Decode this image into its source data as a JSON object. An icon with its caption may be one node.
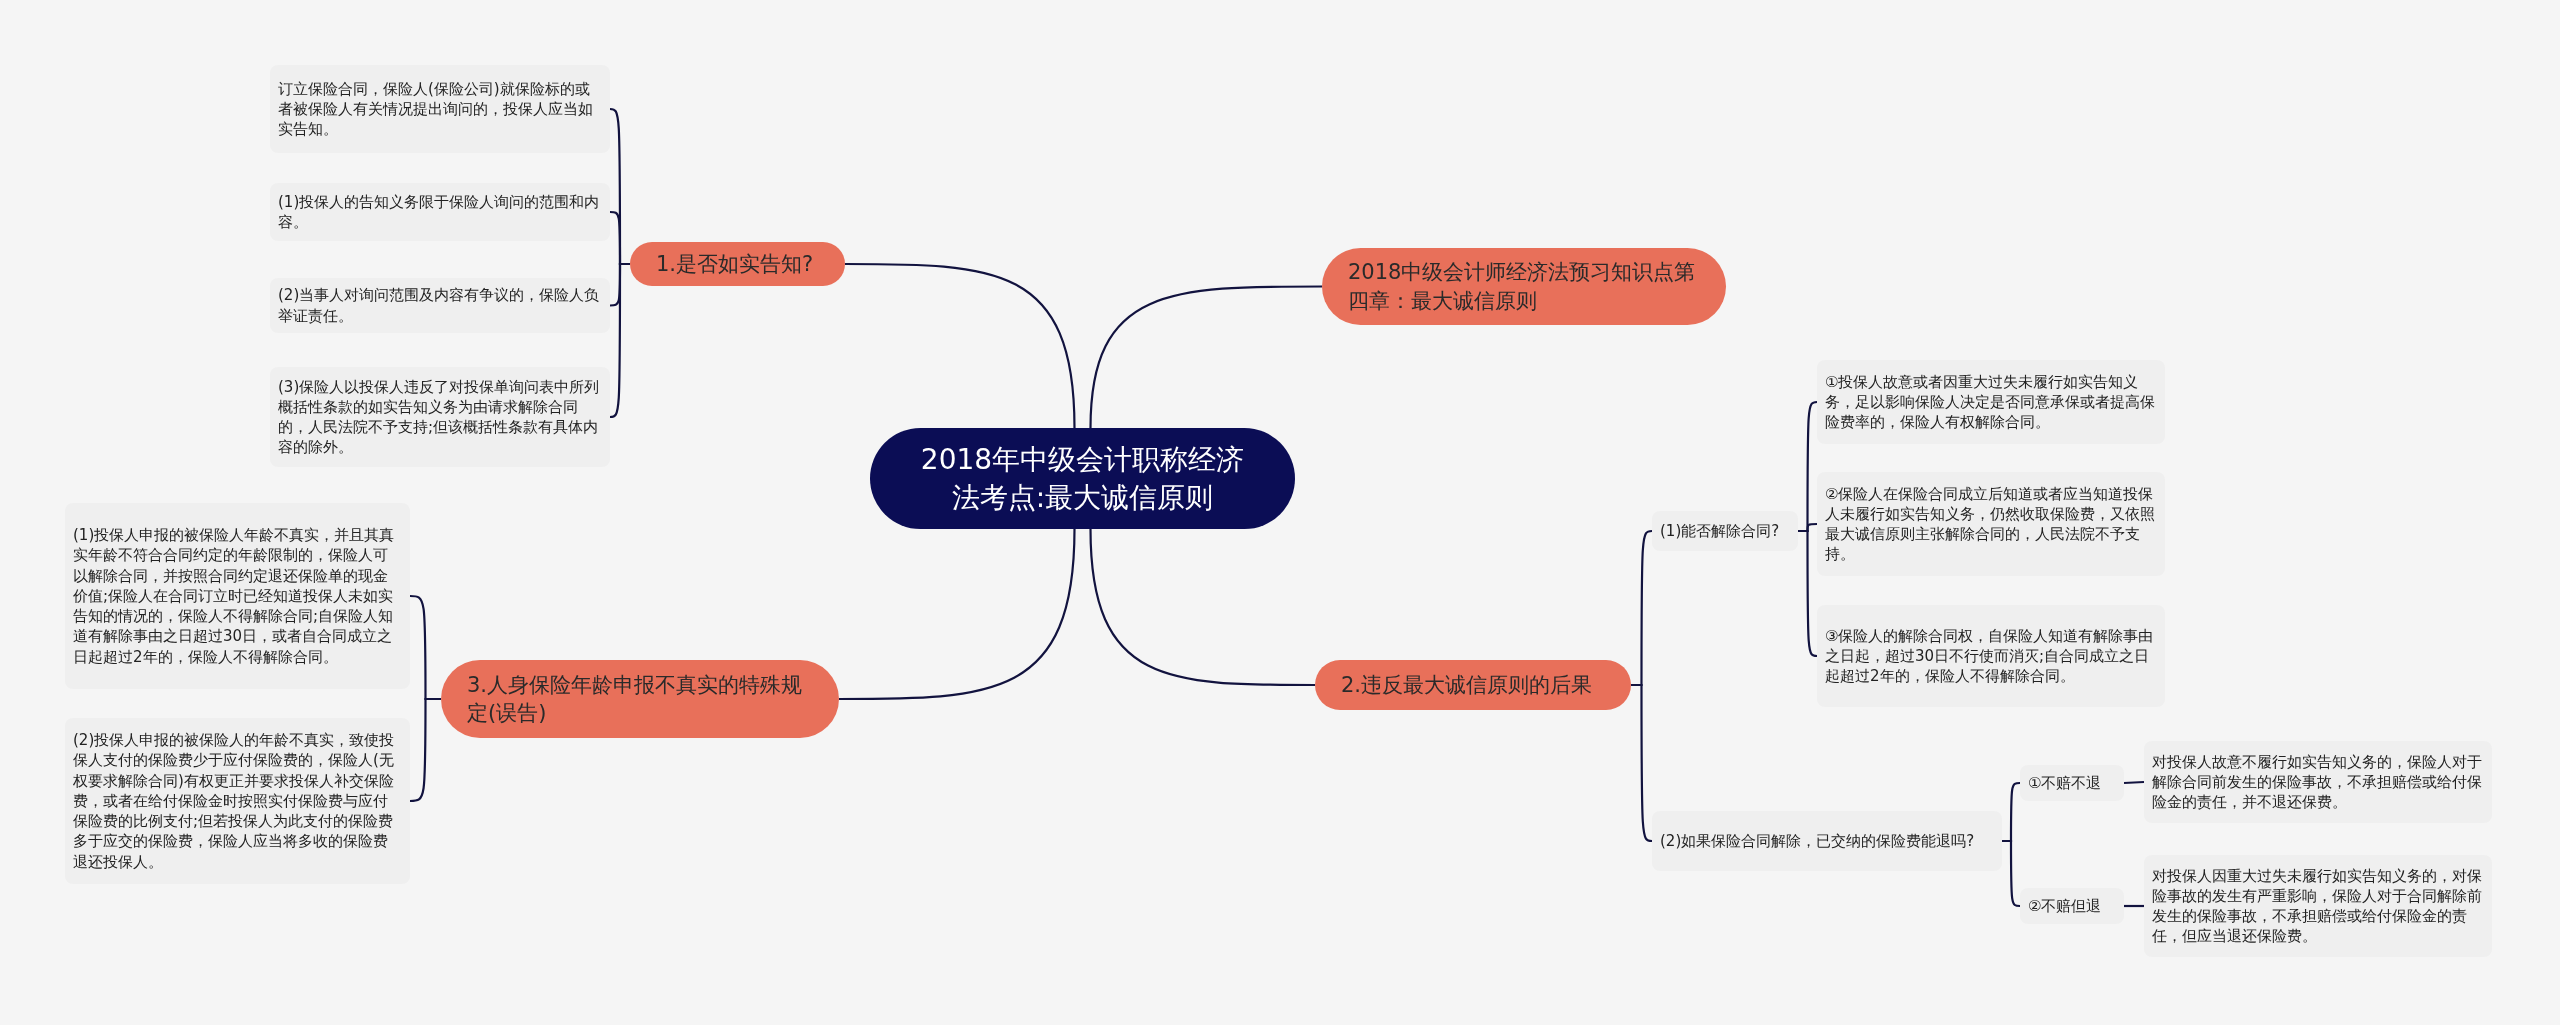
{
  "diagram": {
    "nodes": [
      {
        "text": [
          "2018年中级会计职称经济法考点:最大诚信原则"
        ]
      },
      {
        "text": [
          "2018中级会计师经济法预习知识点第四章：最大诚信原则"
        ]
      },
      {
        "text": [
          "1.是否如实告知?"
        ]
      },
      {
        "text": [
          "订立保险合同，保险人(保险公司)就保险标的或者被保险人有关情况提出询问的，投保人应当如实告知。"
        ]
      },
      {
        "text": [
          "(1)投保人的告知义务限于保险人询问的范围和内容。"
        ]
      },
      {
        "text": [
          "(2)当事人对询问范围及内容有争议的，保险人负举证责任。"
        ]
      },
      {
        "text": [
          "(3)保险人以投保人违反了对投保单询问表中所列概括性条款的如实告知义务为由请求解除合同的，人民法院不予支持;但该概括性条款有具体内容的除外。"
        ]
      },
      {
        "text": [
          "3.人身保险年龄申报不真实的特殊规定(误告)"
        ]
      },
      {
        "text": [
          "(1)投保人申报的被保险人年龄不真实，并且其真实年龄不符合合同约定的年龄限制的，保险人可以解除合同，并按照合同约定退还保险单的现金价值;保险人在合同订立时已经知道投保人未如实告知的情况的，保险人不得解除合同;自保险人知道有解除事由之日超过30日，或者自合同成立之日起超过2年的，保险人不得解除合同。"
        ]
      },
      {
        "text": [
          "(2)投保人申报的被保险人的年龄不真实，致使投保人支付的保险费少于应付保险费的，保险人(无权要求解除合同)有权更正并要求投保人补交保险费，或者在给付保险金时按照实付保险费与应付保险费的比例支付;但若投保人为此支付的保险费多于应交的保险费，保险人应当将多收的保险费退还投保人。"
        ]
      },
      {
        "text": [
          "2.违反最大诚信原则的后果"
        ]
      },
      {
        "text": [
          "(1)能否解除合同?"
        ]
      },
      {
        "text": [
          "①投保人故意或者因重大过失未履行如实告知义务，足以影响保险人决定是否同意承保或者提高保险费率的，保险人有权解除合同。"
        ]
      },
      {
        "text": [
          "②保险人在保险合同成立后知道或者应当知道投保人未履行如实告知义务，仍然收取保险费，又依照最大诚信原则主张解除合同的，人民法院不予支持。"
        ]
      },
      {
        "text": [
          "③保险人的解除合同权，自保险人知道有解除事由之日起，超过30日不行使而消灭;自合同成立之日起超过2年的，保险人不得解除合同。"
        ]
      },
      {
        "text": [
          "(2)如果保险合同解除，已交纳的保险费能退吗?"
        ]
      },
      {
        "text": [
          "①不赔不退"
        ]
      },
      {
        "text": [
          "对投保人故意不履行如实告知义务的，保险人对于解除合同前发生的保险事故，不承担赔偿或给付保险金的责任，并不退还保费。"
        ]
      },
      {
        "text": [
          "②不赔但退"
        ]
      },
      {
        "text": [
          "对投保人因重大过失未履行如实告知义务的，对保险事故的发生有严重影响，保险人对于合同解除前发生的保险事故，不承担赔偿或给付保险金的责任，但应当退还保险费。"
        ]
      }
    ],
    "edges": [
      {
        "from": 0,
        "to": 1,
        "arrow": "none"
      },
      {
        "from": 0,
        "to": 2,
        "arrow": "none"
      },
      {
        "from": 0,
        "to": 7,
        "arrow": "none"
      },
      {
        "from": 0,
        "to": 10,
        "arrow": "none"
      },
      {
        "from": 2,
        "to": 3,
        "arrow": "none"
      },
      {
        "from": 2,
        "to": 4,
        "arrow": "none"
      },
      {
        "from": 2,
        "to": 5,
        "arrow": "none"
      },
      {
        "from": 2,
        "to": 6,
        "arrow": "none"
      },
      {
        "from": 7,
        "to": 8,
        "arrow": "none"
      },
      {
        "from": 7,
        "to": 9,
        "arrow": "none"
      },
      {
        "from": 10,
        "to": 11,
        "arrow": "none"
      },
      {
        "from": 10,
        "to": 15,
        "arrow": "none"
      },
      {
        "from": 11,
        "to": 12,
        "arrow": "none"
      },
      {
        "from": 11,
        "to": 13,
        "arrow": "none"
      },
      {
        "from": 11,
        "to": 14,
        "arrow": "none"
      },
      {
        "from": 15,
        "to": 16,
        "arrow": "none"
      },
      {
        "from": 15,
        "to": 18,
        "arrow": "none"
      },
      {
        "from": 16,
        "to": 17,
        "arrow": "none"
      },
      {
        "from": 18,
        "to": 19,
        "arrow": "none"
      }
    ]
  }
}
